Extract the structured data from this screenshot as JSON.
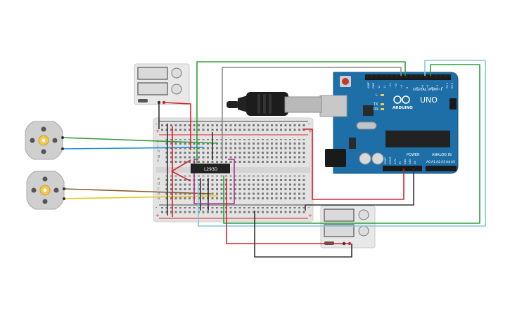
{
  "arduino": {
    "brand": "ARDUINO",
    "model": "UNO",
    "digital_label": "DIGITAL (PWM~)",
    "power_label": "POWER",
    "analog_label": "ANALOG IN",
    "aref_label": "AREF",
    "gnd_label": "GND",
    "tx_label": "TX",
    "rx_label": "RX",
    "l_label": "L",
    "digital_pins": [
      "13",
      "12",
      "~11",
      "~10",
      "~9",
      "8",
      "7",
      "~6",
      "~5",
      "4",
      "~3",
      "2",
      "TX 1",
      "RX 0"
    ],
    "power_pins": [
      "IOREF",
      "RESET",
      "3.3V",
      "5V",
      "GND",
      "GND",
      "Vin"
    ],
    "analog_pins": [
      "A0",
      "A1",
      "A2",
      "A3",
      "A4",
      "A5"
    ],
    "board_color": "#1e6fa8"
  },
  "ic": {
    "label": "L293D"
  },
  "breadboard": {
    "rail_plus": "+",
    "rail_minus": "-",
    "row_letters_top": [
      "j",
      "i",
      "h",
      "g",
      "f"
    ],
    "row_letters_bottom": [
      "e",
      "d",
      "c",
      "b",
      "a"
    ]
  },
  "wire_colors": {
    "red": "#d0262a",
    "black": "#333333",
    "green": "#2e9d3a",
    "blue": "#1e8fd6",
    "cyan": "#7ec9d8",
    "gray": "#8c8c8c",
    "brown": "#8b5a2b",
    "yellow": "#e6c619",
    "magenta": "#b0308f"
  }
}
